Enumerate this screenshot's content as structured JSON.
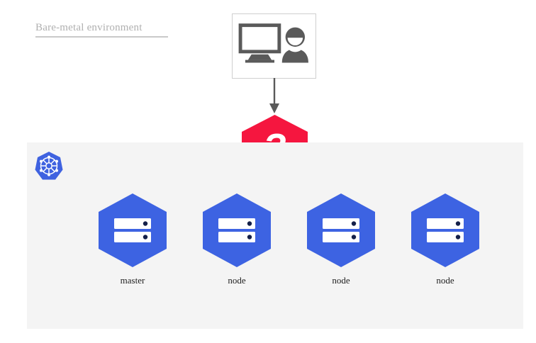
{
  "diagram": {
    "title": "Bare-metal environment",
    "colors": {
      "panel_background": "#f4f4f4",
      "page_background": "#ffffff",
      "node_blue": "#3d63e2",
      "kubernetes_blue": "#3f62e0",
      "question_red": "#f5163f",
      "icon_gray": "#5a5a5a",
      "box_border": "#cfcfcf",
      "title_gray": "#b0b0b0",
      "arrow_gray": "#5a5a5a",
      "label_text": "#222222"
    },
    "actor": {
      "name": "user-workstation",
      "monitor_icon": "monitor-icon",
      "person_icon": "person-icon"
    },
    "arrow": {
      "icon": "arrow-down-icon",
      "direction": "down"
    },
    "unknown_marker": {
      "icon": "question-hexagon-icon",
      "label": "?"
    },
    "cluster": {
      "logo_icon": "kubernetes-logo-icon",
      "nodes": [
        {
          "label": "master",
          "icon": "server-icon"
        },
        {
          "label": "node",
          "icon": "server-icon"
        },
        {
          "label": "node",
          "icon": "server-icon"
        },
        {
          "label": "node",
          "icon": "server-icon"
        }
      ]
    }
  }
}
